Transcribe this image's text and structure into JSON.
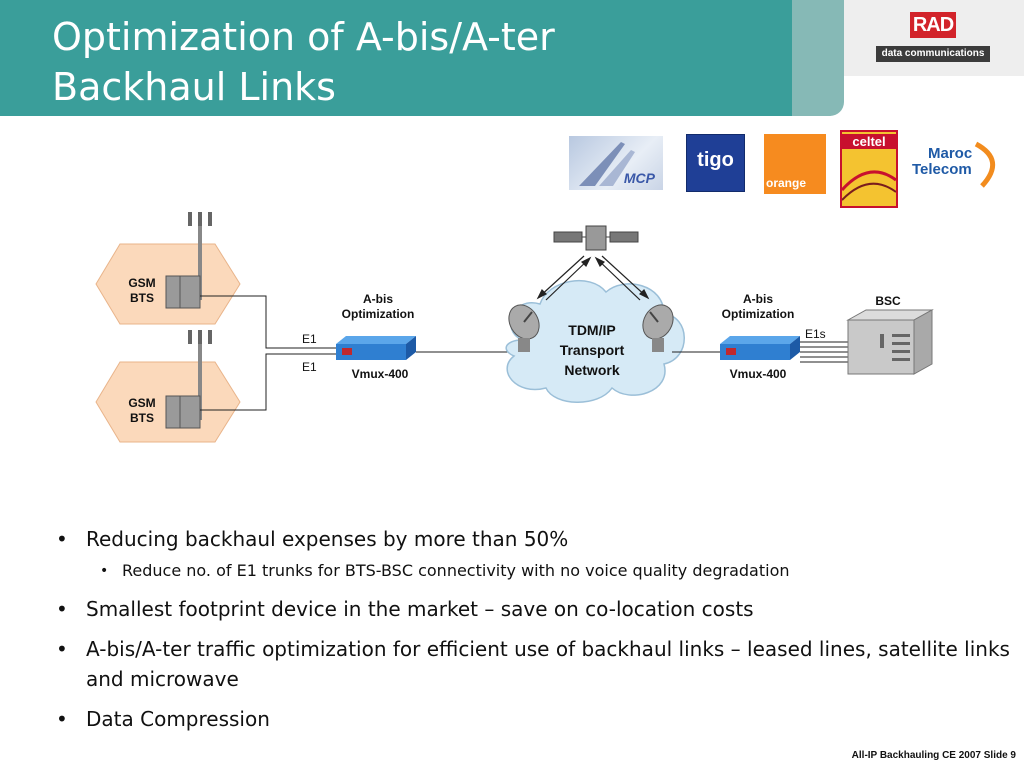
{
  "slide": {
    "title_line1": "Optimization of A-bis/A-ter",
    "title_line2": "Backhaul Links"
  },
  "brand": {
    "logo_text": "RAD",
    "tagline": "data communications"
  },
  "operator_logos": {
    "mcp": "MCP",
    "tigo": "tigo",
    "orange": "orange",
    "celtel": "celtel",
    "maroc_line1": "Maroc",
    "maroc_line2": "Telecom"
  },
  "diagram": {
    "bts_top_line1": "GSM",
    "bts_top_line2": "BTS",
    "bts_bottom_line1": "GSM",
    "bts_bottom_line2": "BTS",
    "e1_top": "E1",
    "e1_bottom": "E1",
    "left_opt_line1": "A-bis",
    "left_opt_line2": "Optimization",
    "left_device": "Vmux-400",
    "cloud_line1": "TDM/IP",
    "cloud_line2": "Transport",
    "cloud_line3": "Network",
    "right_opt_line1": "A-bis",
    "right_opt_line2": "Optimization",
    "right_device": "Vmux-400",
    "e1s": "E1s",
    "bsc": "BSC"
  },
  "bullets": {
    "b1": "Reducing backhaul expenses by more than 50%",
    "b1_sub": "Reduce no. of E1 trunks for BTS-BSC connectivity with no voice quality degradation",
    "b2": "Smallest footprint device in the market – save on co-location costs",
    "b3": "A-bis/A-ter traffic optimization for efficient use of backhaul links – leased lines, satellite links and microwave",
    "b4": "Data Compression"
  },
  "footer": {
    "text": "All-IP Backhauling CE 2007  Slide 9"
  },
  "colors": {
    "header_teal": "#3a9e9a",
    "rad_red": "#d2232a",
    "bts_peach": "#fbd9bb",
    "cloud_blue": "#d6eaf6",
    "device_blue": "#2f7fd1"
  }
}
